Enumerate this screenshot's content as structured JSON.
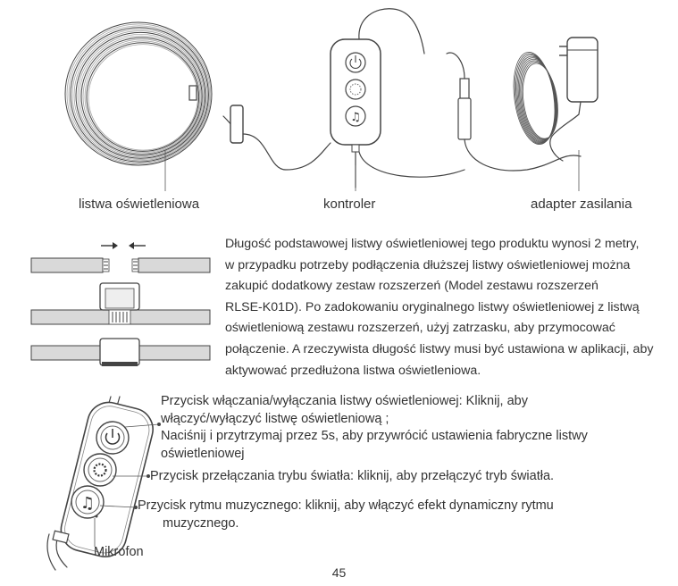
{
  "top_labels": {
    "strip": "listwa oświetleniowa",
    "controller": "kontroler",
    "adapter": "adapter zasilania"
  },
  "paragraph": [
    "Długość podstawowej listwy oświetleniowej tego produktu wynosi 2 metry,",
    "w przypadku potrzeby podłączenia dłuższej listwy oświetleniowej można",
    "zakupić dodatkowy zestaw rozszerzeń (Model zestawu rozszerzeń",
    "RLSE-K01D). Po zadokowaniu oryginalnego listwy oświetleniowej z listwą",
    "oświetleniową zestawu rozszerzeń, użyj zatrzasku, aby przymocować",
    "połączenie. A rzeczywista długość listwy musi być ustawiona w aplikacji, aby",
    "aktywować przedłużona listwa oświetleniowa."
  ],
  "buttons": {
    "power": [
      "Przycisk włączania/wyłączania listwy oświetleniowej: Kliknij, aby",
      "włączyć/wyłączyć listwę oświetleniową ;",
      "Naciśnij i przytrzymaj przez 5s, aby przywrócić ustawienia fabryczne listwy",
      "oświetleniowej"
    ],
    "mode": "Przycisk przełączania trybu światła: kliknij, aby przełączyć tryb światła.",
    "music": [
      "Przycisk rytmu muzycznego: kliknij, aby włączyć efekt dynamiczny rytmu",
      "muzycznego."
    ],
    "mic": "Mikrofon"
  },
  "page_number": "45",
  "icons": [
    "power-icon",
    "mode-ring-icon",
    "music-note-icon",
    "arrow-right-icon",
    "arrow-left-icon"
  ]
}
